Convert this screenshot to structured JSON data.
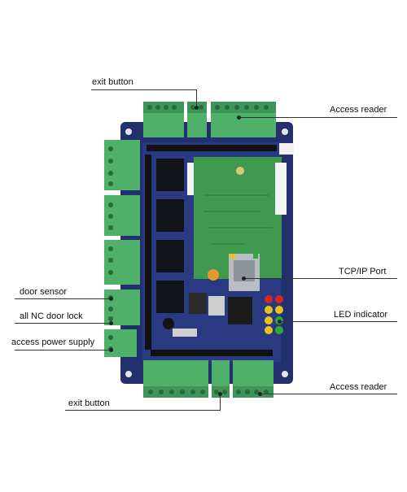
{
  "labels": {
    "exit_button_top": "exit button",
    "access_reader_top": "Access reader",
    "tcpip_port": "TCP/IP Port",
    "door_sensor": "door sensor",
    "all_nc_door_lock": "all NC door lock",
    "led_indicator": "LED indicator",
    "access_power_supply": "access power supply",
    "access_reader_bottom": "Access reader",
    "exit_button_bottom": "exit button"
  },
  "colors": {
    "pcb_blue": "#22306e",
    "terminal_green": "#4fb06a",
    "module_green": "#3f9a4f",
    "ethernet_silver": "#b9bdc2",
    "led_red": "#d8261f",
    "led_yellow": "#e9c21b",
    "led_green": "#2faa3a"
  }
}
